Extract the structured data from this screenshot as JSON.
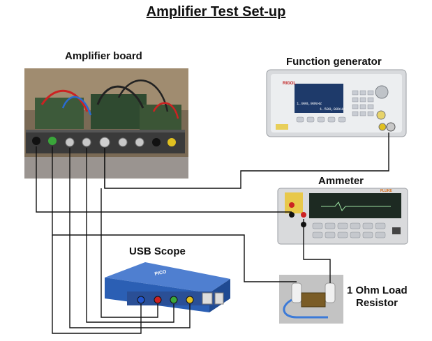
{
  "title": "Amplifier Test Set-up",
  "labels": {
    "amplifier_board": "Amplifier board",
    "function_generator": "Function generator",
    "ammeter": "Ammeter",
    "usb_scope": "USB Scope",
    "load_resistor_line1": "1 Ohm Load",
    "load_resistor_line2": "Resistor"
  },
  "device_text": {
    "fg_brand": "RIGOL",
    "fg_readout_left": "1.000,00kHz",
    "fg_readout_right": "1.500,00kHz",
    "ammeter_brand": "FLUKE",
    "scope_brand": "PICO"
  },
  "colors": {
    "wire": "#111111",
    "scope_body": "#2b5fb4",
    "amp_board_bg": "#6b5a44",
    "connector_green": "#3aa63a",
    "connector_red": "#cc2222",
    "connector_yellow": "#e0c020"
  }
}
